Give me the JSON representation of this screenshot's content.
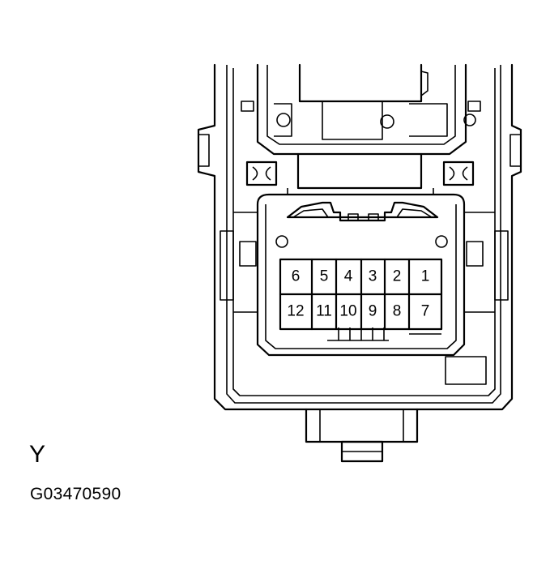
{
  "view_label": "Y",
  "figure_code": "G03470590",
  "connector": {
    "top_row": [
      "6",
      "5",
      "4",
      "3",
      "2",
      "1"
    ],
    "bottom_row": [
      "12",
      "11",
      "10",
      "9",
      "8",
      "7"
    ]
  }
}
